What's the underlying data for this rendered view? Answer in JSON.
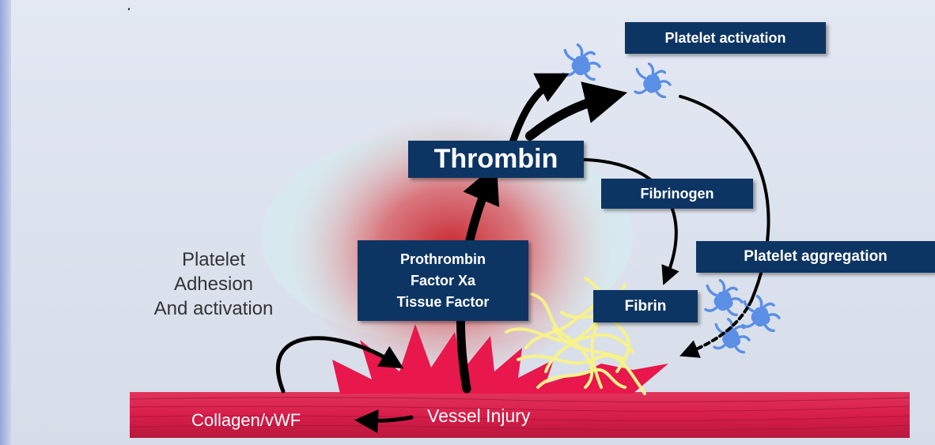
{
  "labels": {
    "platelet_activation": "Platelet activation",
    "thrombin": "Thrombin",
    "fibrinogen": "Fibrinogen",
    "platelet_aggregation": "Platelet aggregation",
    "fibrin": "Fibrin",
    "factors": [
      "Prothrombin",
      "Factor Xa",
      "Tissue Factor"
    ],
    "adhesion": [
      "Platelet",
      "Adhesion",
      "And activation"
    ],
    "collagen": "Collagen/vWF",
    "vessel_injury": "Vessel Injury"
  },
  "colors": {
    "box_fill": "#0d3563",
    "vessel": "#d81e4a",
    "injury": "#e8174c",
    "platelet": "#5b8fe6",
    "fibrin_strands": "#f7f28a",
    "arrow": "#000000",
    "halo": "#d7e8ee",
    "glow": "#c8242e"
  }
}
